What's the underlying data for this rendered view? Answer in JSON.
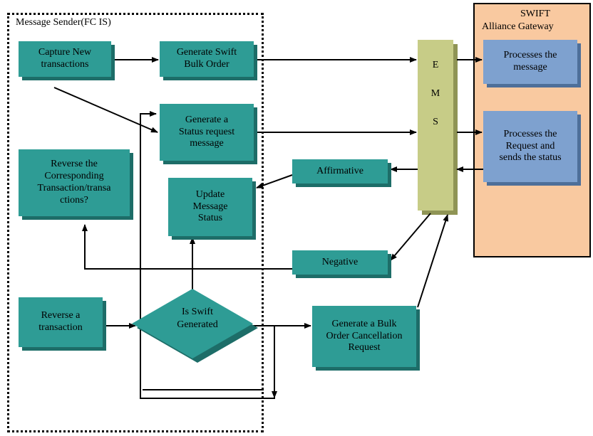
{
  "sender": {
    "title": "Message Sender(FC IS)"
  },
  "swift": {
    "title_line1": "SWIFT",
    "title_line2": "Alliance Gateway"
  },
  "ems": {
    "letters": [
      "E",
      "M",
      "S"
    ]
  },
  "boxes": {
    "capture": "Capture New\ntransactions",
    "generate_bulk": "Generate Swift\nBulk Order",
    "status_request": "Generate a\nStatus request\nmessage",
    "reverse_corresponding": "Reverse the\nCorresponding\nTransaction/transa\nctions?",
    "update_status": "Update\nMessage\nStatus",
    "reverse_transaction": "Reverse a\ntransaction",
    "bulk_cancel": "Generate a Bulk\nOrder Cancellation\nRequest",
    "affirmative": "Affirmative",
    "negative": "Negative",
    "processes_message": "Processes the\nmessage",
    "processes_request": "Processes the\nRequest and\nsends the status"
  },
  "decision": {
    "label": "Is Swift\nGenerated"
  },
  "colors": {
    "process": "#2e9c95",
    "swift_process": "#7ea1cf",
    "ems": "#c7cc87",
    "swift_panel": "#f9c9a0"
  }
}
